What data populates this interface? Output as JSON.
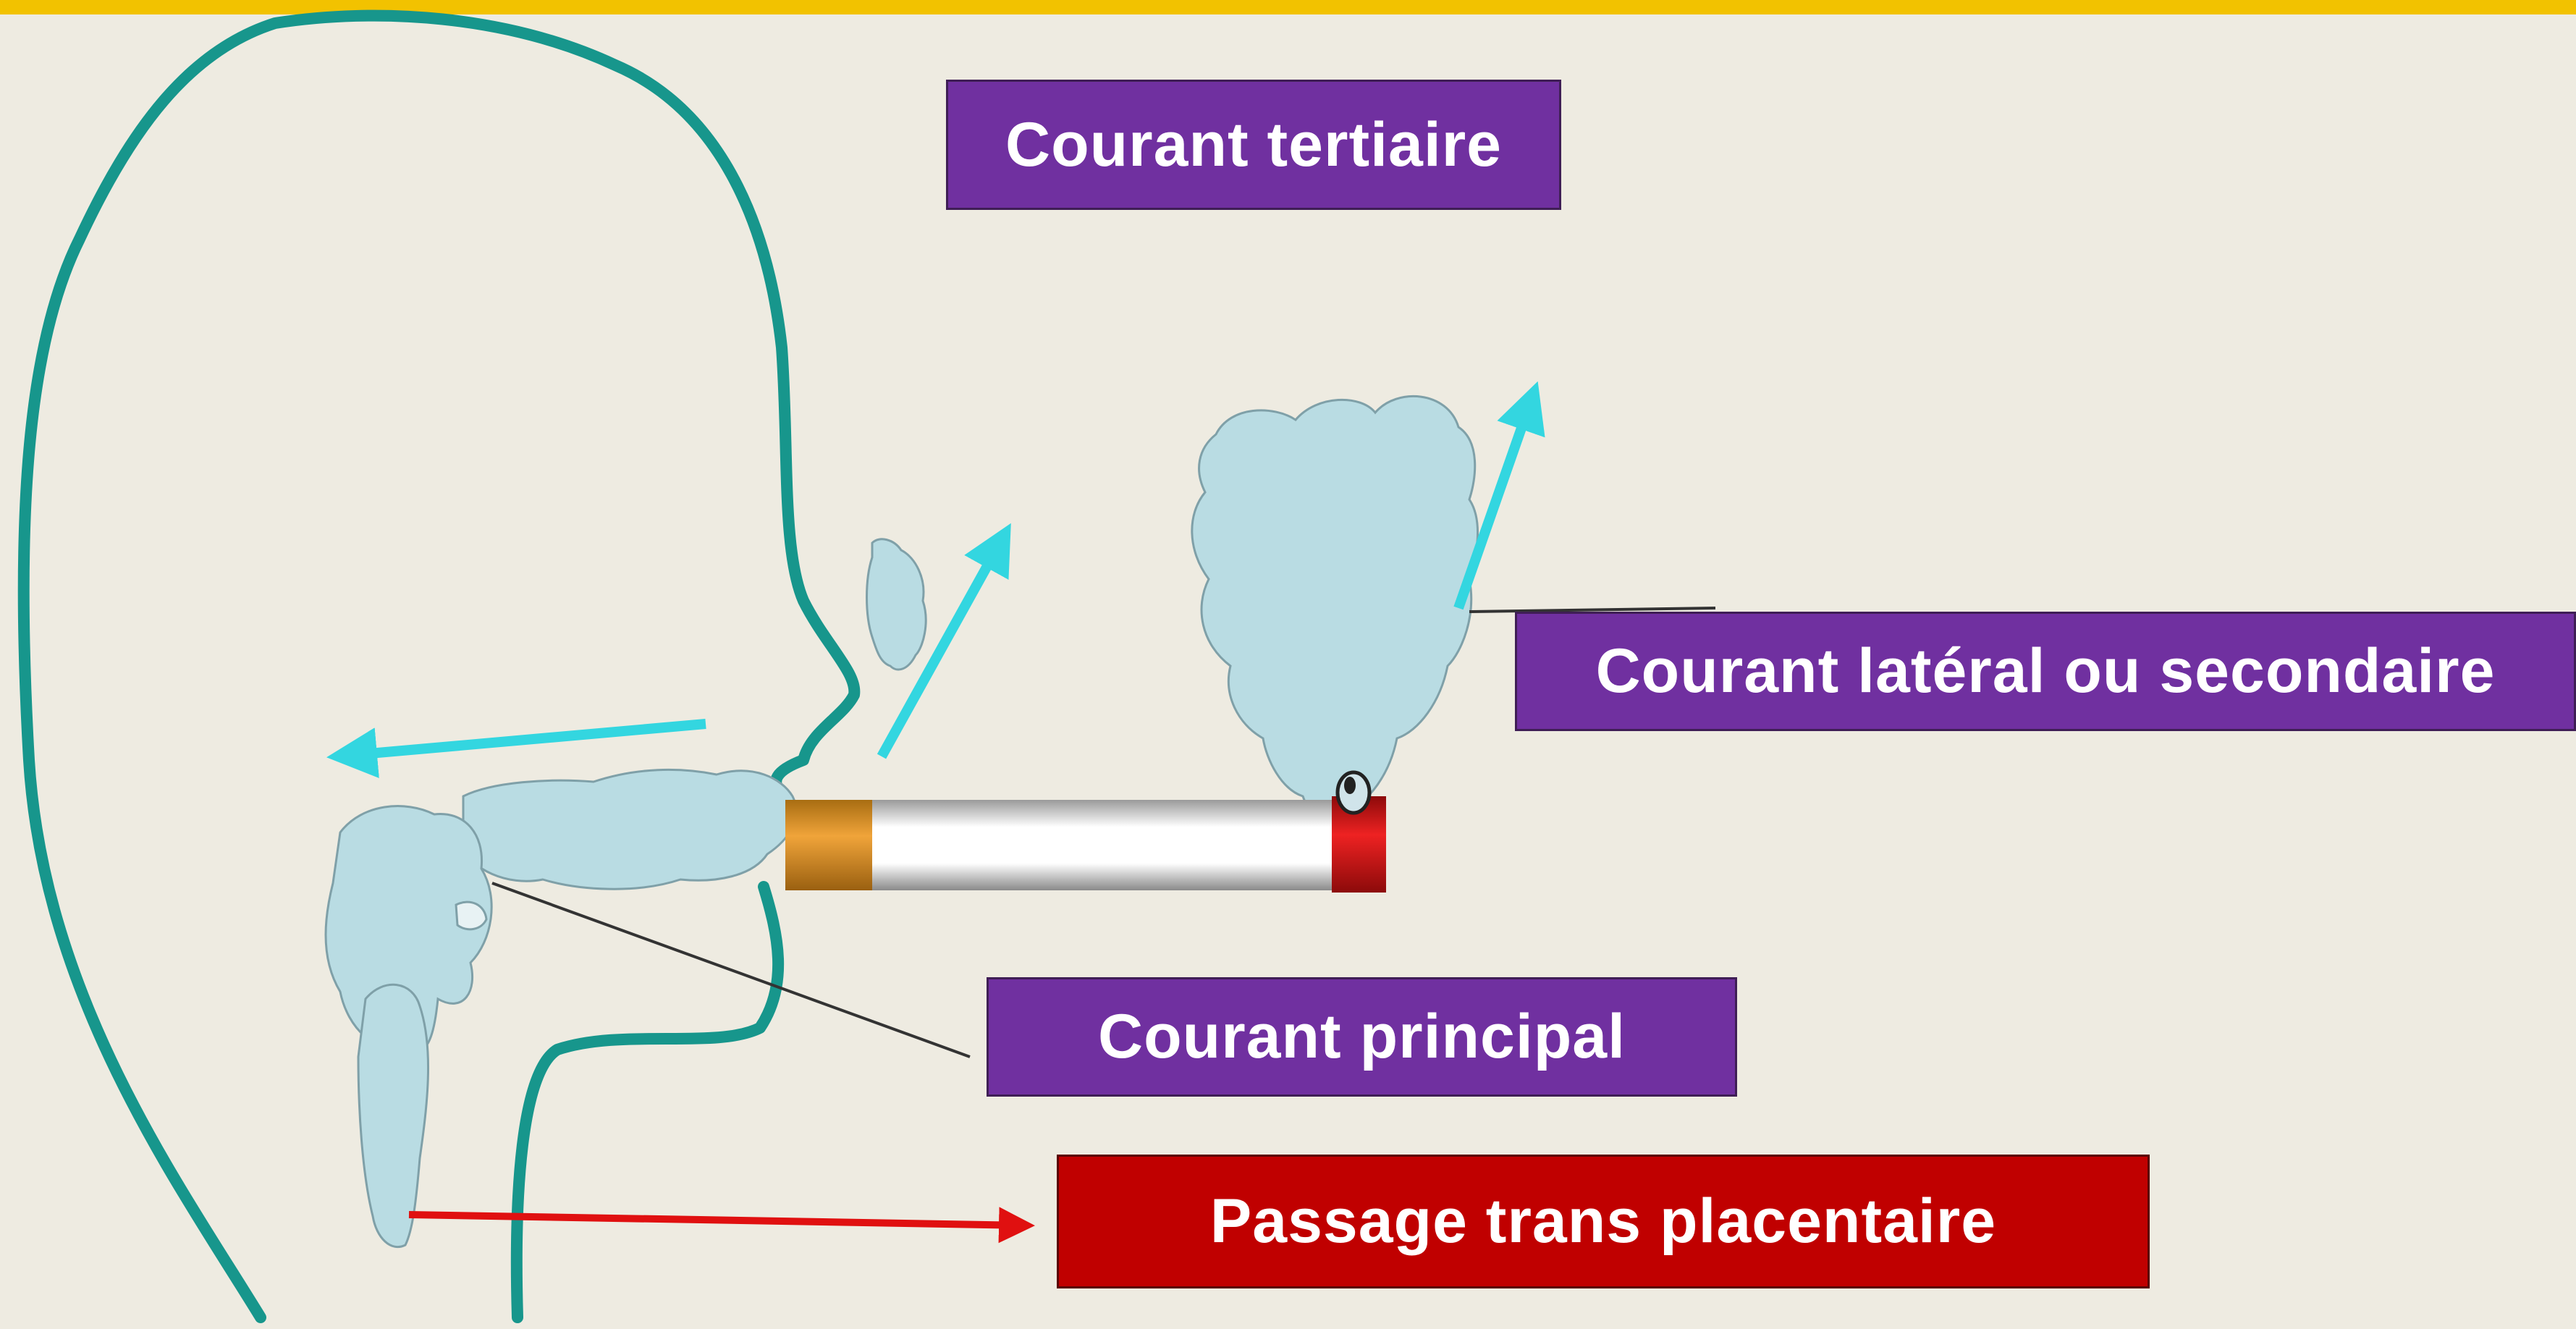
{
  "labels": {
    "tertiary": "Courant tertiaire",
    "lateral": "Courant  latéral ou secondaire",
    "principal": "Courant principal",
    "placenta": "Passage  trans placentaire"
  },
  "colors": {
    "background": "#eeebe1",
    "top_bar": "#f2c200",
    "head_outline": "#17968c",
    "smoke_fill": "#b9dce3",
    "arrow_cyan": "#33d6e0",
    "arrow_red": "#e01010",
    "label_purple": "#7030a0",
    "label_red": "#c00000",
    "filter": "#e0931f",
    "ember": "#d81818"
  }
}
